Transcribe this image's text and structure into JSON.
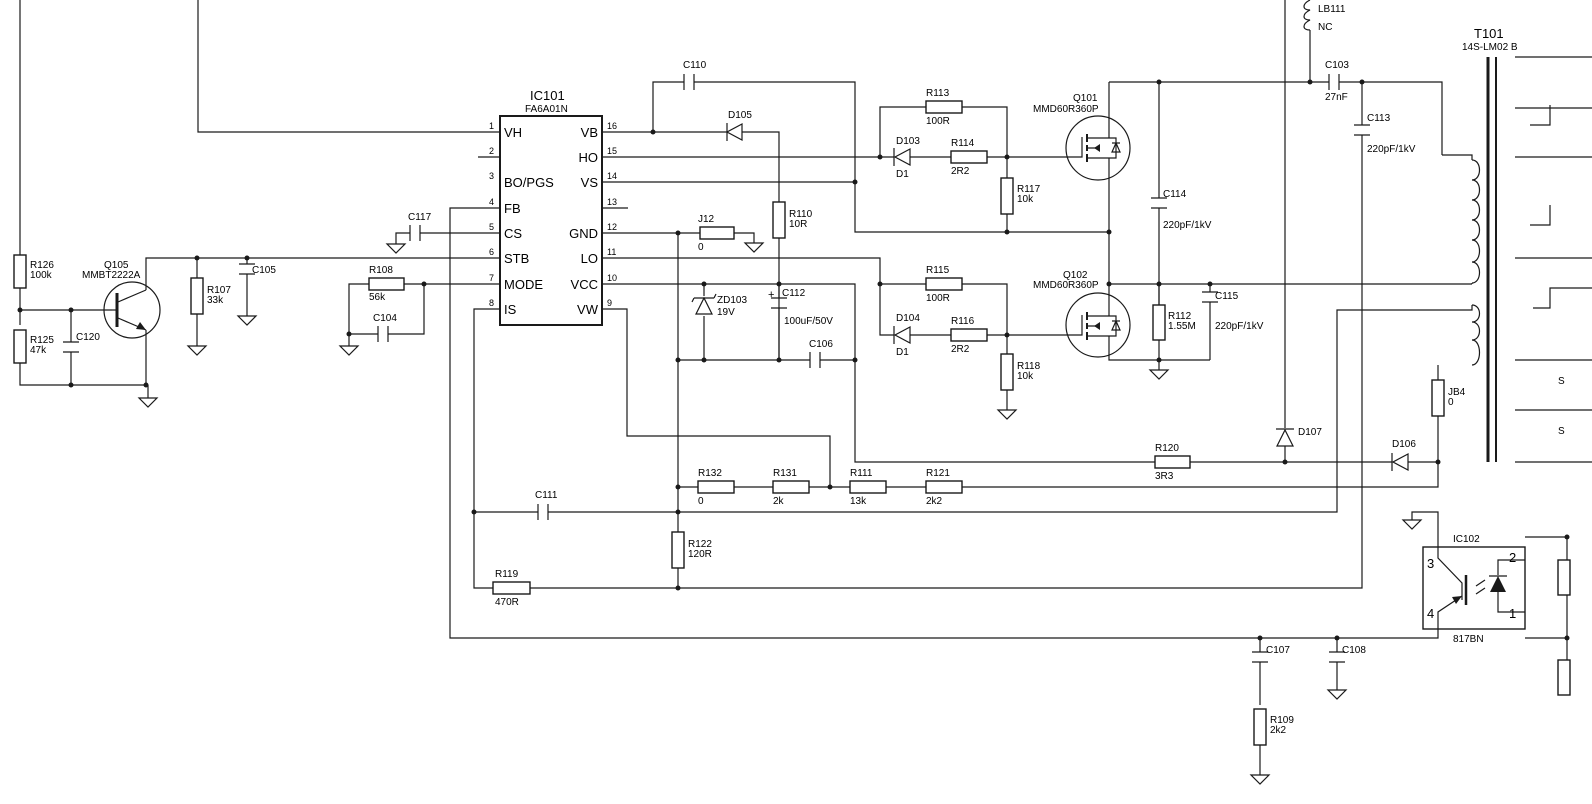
{
  "ic101": {
    "ref": "IC101",
    "part": "FA6A01N",
    "pins_left": [
      {
        "num": "1",
        "name": "VH"
      },
      {
        "num": "2",
        "name": ""
      },
      {
        "num": "3",
        "name": "BO/PGS"
      },
      {
        "num": "4",
        "name": "FB"
      },
      {
        "num": "5",
        "name": "CS"
      },
      {
        "num": "6",
        "name": "STB"
      },
      {
        "num": "7",
        "name": "MODE"
      },
      {
        "num": "8",
        "name": "IS"
      }
    ],
    "pins_right": [
      {
        "num": "16",
        "name": "VB"
      },
      {
        "num": "15",
        "name": "HO"
      },
      {
        "num": "14",
        "name": "VS"
      },
      {
        "num": "13",
        "name": ""
      },
      {
        "num": "12",
        "name": "GND"
      },
      {
        "num": "11",
        "name": "LO"
      },
      {
        "num": "10",
        "name": "VCC"
      },
      {
        "num": "9",
        "name": "VW"
      }
    ]
  },
  "ic102": {
    "ref": "IC102",
    "part": "817BN",
    "pins": [
      "3",
      "4",
      "2",
      "1"
    ]
  },
  "transformer": {
    "ref": "T101",
    "part": "14S-LM02 B"
  },
  "q101": {
    "ref": "Q101",
    "part": "MMD60R360P"
  },
  "q102": {
    "ref": "Q102",
    "part": "MMD60R360P"
  },
  "q105": {
    "ref": "Q105",
    "part": "MMBT2222A"
  },
  "lb111": {
    "ref": "LB111",
    "val": "NC"
  },
  "resistors": {
    "r126": {
      "ref": "R126",
      "val": "100k"
    },
    "r125": {
      "ref": "R125",
      "val": "47k"
    },
    "r107": {
      "ref": "R107",
      "val": "33k"
    },
    "r108": {
      "ref": "R108",
      "val": "56k"
    },
    "r110": {
      "ref": "R110",
      "val": "10R"
    },
    "r113": {
      "ref": "R113",
      "val": "100R"
    },
    "r114": {
      "ref": "R114",
      "val": "2R2"
    },
    "r117": {
      "ref": "R117",
      "val": "10k"
    },
    "r115": {
      "ref": "R115",
      "val": "100R"
    },
    "r116": {
      "ref": "R116",
      "val": "2R2"
    },
    "r118": {
      "ref": "R118",
      "val": "10k"
    },
    "r112": {
      "ref": "R112",
      "val": "1.55M"
    },
    "r120": {
      "ref": "R120",
      "val": "3R3"
    },
    "r132": {
      "ref": "R132",
      "val": "0"
    },
    "r131": {
      "ref": "R131",
      "val": "2k"
    },
    "r111": {
      "ref": "R111",
      "val": "13k"
    },
    "r121": {
      "ref": "R121",
      "val": "2k2"
    },
    "r122": {
      "ref": "R122",
      "val": "120R"
    },
    "r119": {
      "ref": "R119",
      "val": "470R"
    },
    "r109": {
      "ref": "R109",
      "val": "2k2"
    },
    "j12": {
      "ref": "J12",
      "val": "0"
    },
    "jb4": {
      "ref": "JB4",
      "val": "0"
    }
  },
  "capacitors": {
    "c110": {
      "ref": "C110"
    },
    "c117": {
      "ref": "C117"
    },
    "c105": {
      "ref": "C105"
    },
    "c104": {
      "ref": "C104"
    },
    "c120": {
      "ref": "C120"
    },
    "c112": {
      "ref": "C112",
      "val": "100uF/50V"
    },
    "c106": {
      "ref": "C106"
    },
    "c111": {
      "ref": "C111"
    },
    "c114": {
      "ref": "C114",
      "val": "220pF/1kV"
    },
    "c115": {
      "ref": "C115",
      "val": "220pF/1kV"
    },
    "c103": {
      "ref": "C103",
      "val": "27nF"
    },
    "c113": {
      "ref": "C113",
      "val": "220pF/1kV"
    },
    "c107": {
      "ref": "C107"
    },
    "c108": {
      "ref": "C108"
    }
  },
  "diodes": {
    "d105": {
      "ref": "D105"
    },
    "d103": {
      "ref": "D103",
      "val": "D1"
    },
    "d104": {
      "ref": "D104",
      "val": "D1"
    },
    "zd103": {
      "ref": "ZD103",
      "val": "19V"
    },
    "d107": {
      "ref": "D107"
    },
    "d106": {
      "ref": "D106"
    }
  },
  "edge_labels": [
    "S",
    "S"
  ]
}
